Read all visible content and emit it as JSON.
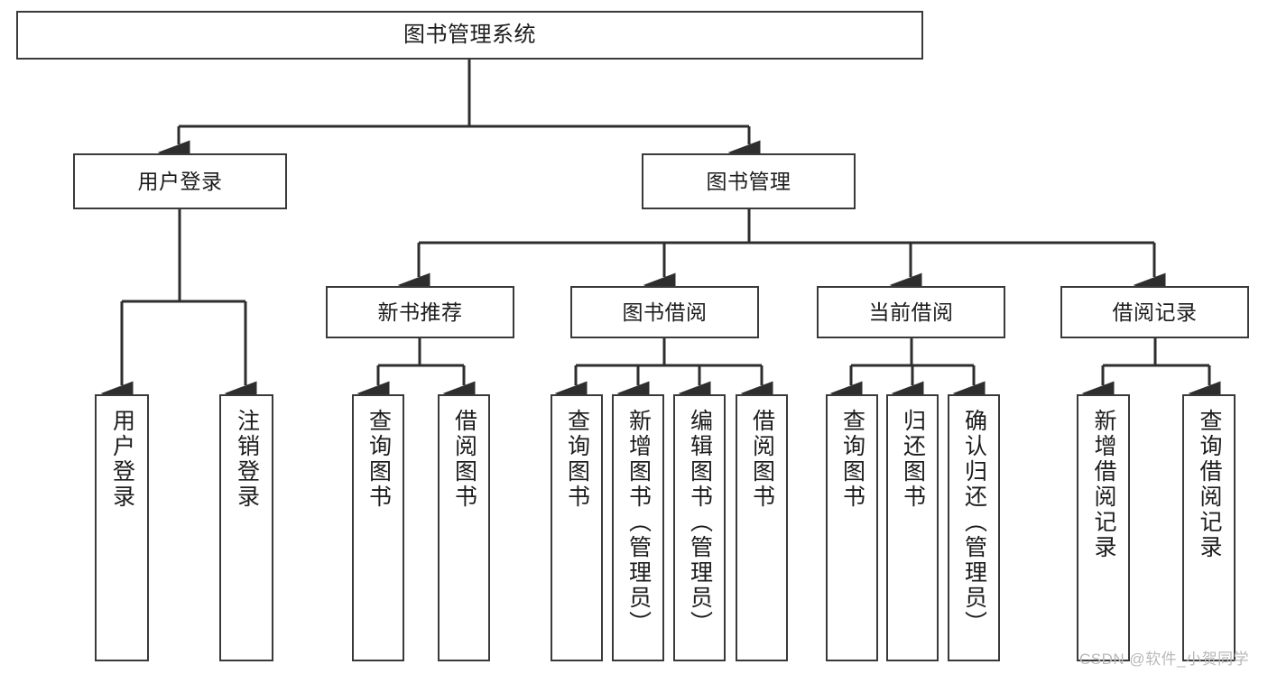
{
  "diagram": {
    "title": "图书管理系统",
    "type": "hierarchy-tree",
    "watermark": "CSDN @软件_小贺同学",
    "colors": {
      "stroke": "#3a3a3a",
      "fill": "#ffffff",
      "text": "#1c1c1c",
      "watermark": "#b9b9b9"
    },
    "nodes": {
      "root": "图书管理系统",
      "level2": [
        "用户登录",
        "图书管理"
      ],
      "level3": [
        "新书推荐",
        "图书借阅",
        "当前借阅",
        "借阅记录"
      ],
      "leaves": {
        "user_login": [
          "用户登录",
          "注销登录"
        ],
        "new_book_recommend": [
          "查询图书",
          "借阅图书"
        ],
        "book_borrow": [
          "查询图书",
          "新增图书（管理员）",
          "编辑图书（管理员）",
          "借阅图书"
        ],
        "current_borrow": [
          "查询图书",
          "归还图书",
          "确认归还（管理员）"
        ],
        "borrow_record": [
          "新增借阅记录",
          "查询借阅记录"
        ]
      }
    },
    "edges": [
      {
        "from": "图书管理系统",
        "to": "用户登录"
      },
      {
        "from": "图书管理系统",
        "to": "图书管理"
      },
      {
        "from": "图书管理",
        "to": "新书推荐"
      },
      {
        "from": "图书管理",
        "to": "图书借阅"
      },
      {
        "from": "图书管理",
        "to": "当前借阅"
      },
      {
        "from": "图书管理",
        "to": "借阅记录"
      },
      {
        "from": "用户登录",
        "to": "用户登录"
      },
      {
        "from": "用户登录",
        "to": "注销登录"
      },
      {
        "from": "新书推荐",
        "to": "查询图书"
      },
      {
        "from": "新书推荐",
        "to": "借阅图书"
      },
      {
        "from": "图书借阅",
        "to": "查询图书"
      },
      {
        "from": "图书借阅",
        "to": "新增图书（管理员）"
      },
      {
        "from": "图书借阅",
        "to": "编辑图书（管理员）"
      },
      {
        "from": "图书借阅",
        "to": "借阅图书"
      },
      {
        "from": "当前借阅",
        "to": "查询图书"
      },
      {
        "from": "当前借阅",
        "to": "归还图书"
      },
      {
        "from": "当前借阅",
        "to": "确认归还（管理员）"
      },
      {
        "from": "借阅记录",
        "to": "新增借阅记录"
      },
      {
        "from": "借阅记录",
        "to": "查询借阅记录"
      }
    ]
  }
}
